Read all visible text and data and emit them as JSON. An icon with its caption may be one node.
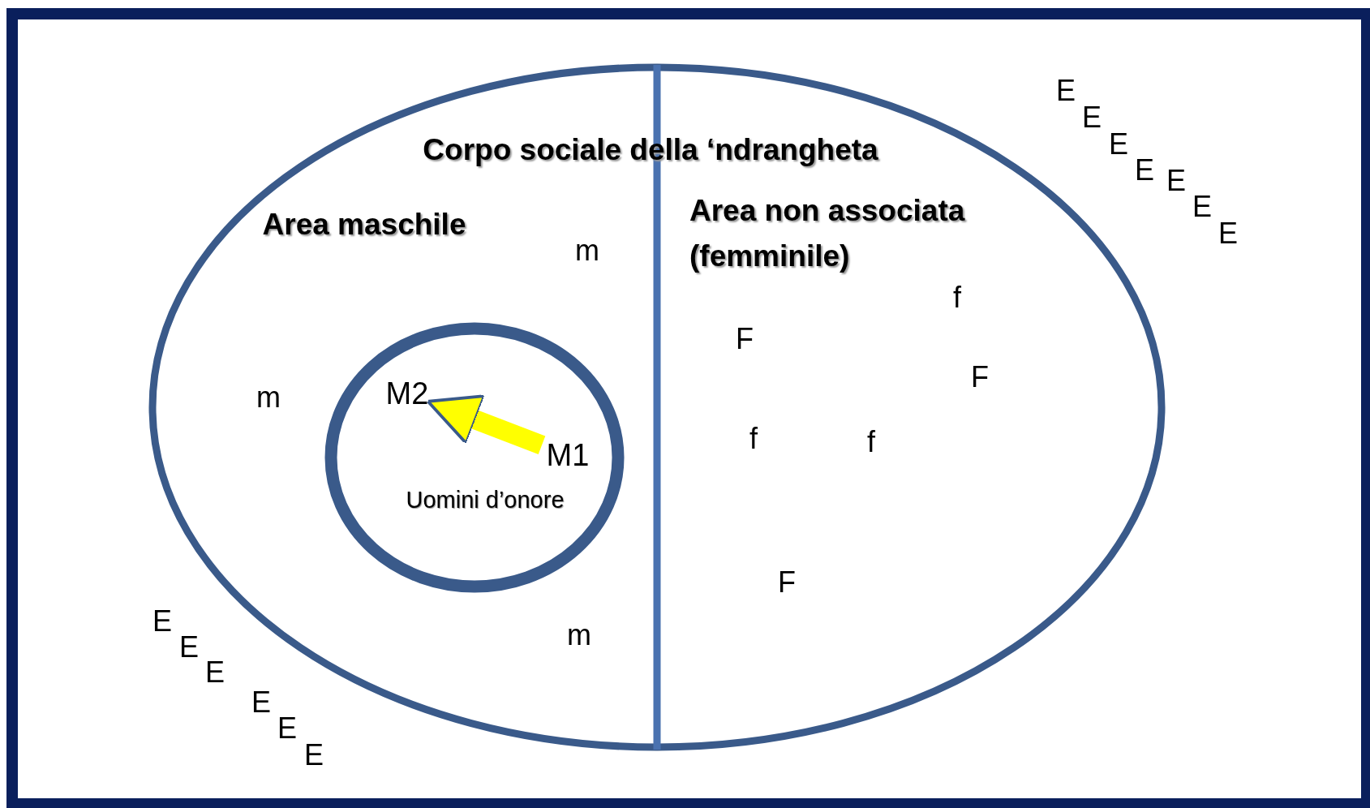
{
  "diagram": {
    "nodes": [
      {
        "text": [
          "Corpo sociale della ‘ndrangheta"
        ]
      },
      {
        "text": [
          "Area maschile"
        ],
        "in": 0
      },
      {
        "text": [
          "Area non associata (femminile)"
        ],
        "in": 0
      },
      {
        "text": [
          "Uomini d’onore"
        ],
        "in": 1
      },
      {
        "text": [
          "M1"
        ],
        "in": 3
      },
      {
        "text": [
          "M2"
        ],
        "in": 3
      }
    ],
    "edges": [
      {
        "from": 4,
        "to": 5,
        "arrow": "to",
        "color": "#ffff00"
      }
    ],
    "labels": [
      "E",
      "E",
      "E",
      "E",
      "E",
      "E",
      "E",
      "m",
      "f",
      "F",
      "m",
      "F",
      "f",
      "f",
      "F",
      "E",
      "E",
      "E",
      "E",
      "E",
      "E",
      "m"
    ]
  }
}
